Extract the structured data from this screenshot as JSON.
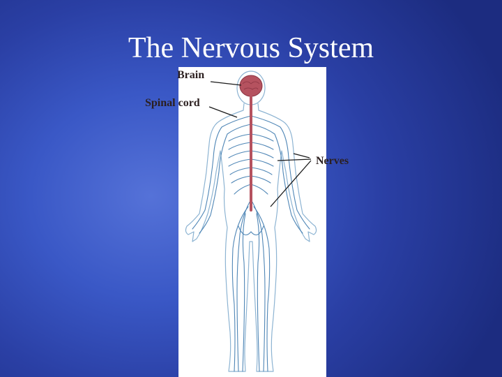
{
  "slide": {
    "title": "The Nervous System"
  },
  "figure": {
    "labels": {
      "brain": "Brain",
      "spinal_cord": "Spinal cord",
      "nerves": "Nerves"
    }
  },
  "colors": {
    "background": "#3a58c6",
    "brain": "#b5525f",
    "spinal_cord": "#b5525f",
    "nerves": "#4f86b6"
  }
}
